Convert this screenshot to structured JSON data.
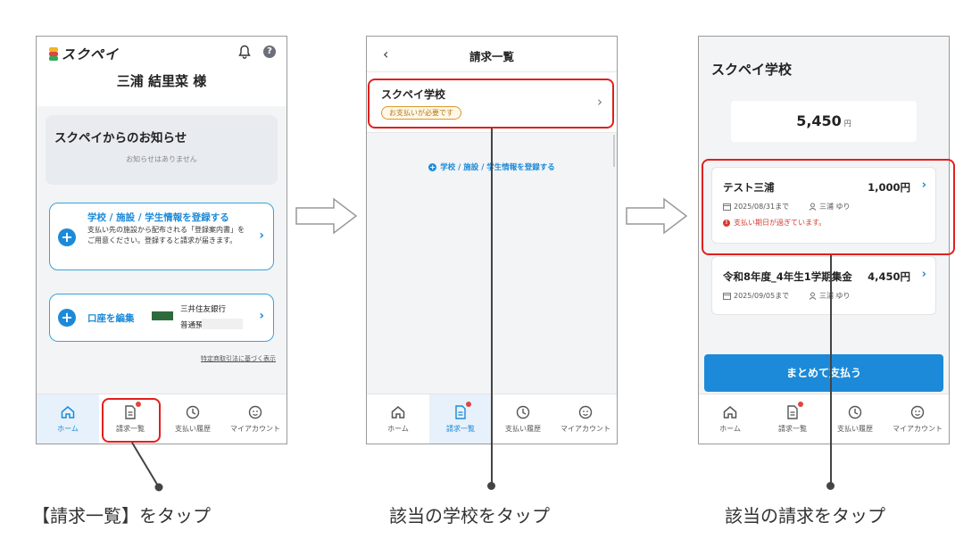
{
  "tabs": [
    {
      "label": "ホーム",
      "icon": "home-icon"
    },
    {
      "label": "請求一覧",
      "icon": "document-icon"
    },
    {
      "label": "支払い履歴",
      "icon": "clock-icon"
    },
    {
      "label": "マイアカウント",
      "icon": "account-icon"
    }
  ],
  "phone1": {
    "logo": "スクペイ",
    "user": "三浦 結里菜 様",
    "notice_title": "スクペイからのお知らせ",
    "notice_empty": "お知らせはありません",
    "register_title": "学校 / 施設 / 学生情報を登録する",
    "register_desc": "支払い先の施設から配布される「登録案内書」をご用意ください。登録すると請求が届きます。",
    "account_label": "口座を編集",
    "bank_name": "三井住友銀行",
    "bank_type": "普通預",
    "law_link": "特定商取引法に基づく表示"
  },
  "phone2": {
    "title": "請求一覧",
    "school": "スクペイ学校",
    "badge": "お支払いが必要です",
    "register_link": "学校 / 施設 / 学生情報を登録する"
  },
  "phone3": {
    "school": "スクペイ学校",
    "total": "5,450",
    "yen": "円",
    "bills": [
      {
        "title": "テスト三浦",
        "amount": "1,000円",
        "due": "2025/08/31まで",
        "payer": "三浦 ゆり",
        "warning": "支払い期日が過ぎています。"
      },
      {
        "title": "令和8年度_4年生1学期集金",
        "amount": "4,450円",
        "due": "2025/09/05まで",
        "payer": "三浦 ゆり"
      }
    ],
    "pay_button": "まとめて支払う"
  },
  "captions": [
    "【請求一覧】をタップ",
    "該当の学校をタップ",
    "該当の請求をタップ"
  ],
  "colors": {
    "accent": "#1c8ad8",
    "highlight": "#e11f1f",
    "warning": "#d63b33"
  }
}
